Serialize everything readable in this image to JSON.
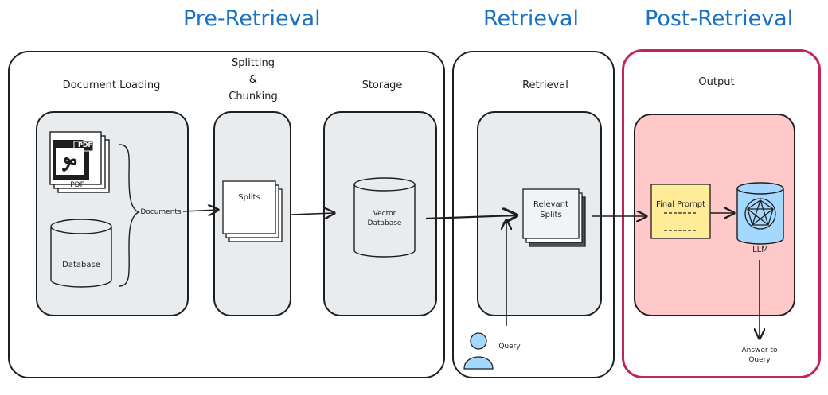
{
  "phases": {
    "pre": "Pre-Retrieval",
    "retrieval": "Retrieval",
    "post": "Post-Retrieval"
  },
  "stages": {
    "loading": "Document Loading",
    "splitting_line1": "Splitting",
    "splitting_line2": "&",
    "splitting_line3": "Chunking",
    "storage": "Storage",
    "retrieval": "Retrieval",
    "output": "Output"
  },
  "nodes": {
    "pdf_badge": "PDF",
    "pdf_caption": "PDF",
    "database": "Database",
    "documents": "Documents",
    "splits": "Splits",
    "vector_db_line1": "Vector",
    "vector_db_line2": "Database",
    "relevant_line1": "Relevant",
    "relevant_line2": "Splits",
    "query": "Query",
    "final_prompt": "Final Prompt",
    "llm": "LLM",
    "answer_line1": "Answer to",
    "answer_line2": "Query"
  },
  "colors": {
    "phase_title": "#1971c2",
    "stage_fill": "#e9ecef",
    "output_fill": "#ffc9c9",
    "post_border": "#c2255c",
    "prompt_fill": "#ffec99",
    "llm_fill": "#a5d8ff",
    "user_fill": "#a5d8ff"
  },
  "icons": [
    "pdf-file-icon",
    "database-cylinder-icon",
    "vector-database-icon",
    "user-icon",
    "llm-network-icon",
    "brace-icon"
  ]
}
